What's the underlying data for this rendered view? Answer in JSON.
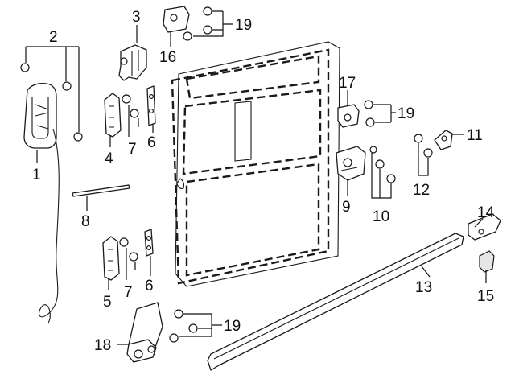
{
  "diagram": {
    "type": "exploded-parts-diagram",
    "callouts": [
      {
        "id": "c1",
        "label": "1"
      },
      {
        "id": "c2",
        "label": "2"
      },
      {
        "id": "c3",
        "label": "3"
      },
      {
        "id": "c4",
        "label": "4"
      },
      {
        "id": "c5",
        "label": "5"
      },
      {
        "id": "c6a",
        "label": "6"
      },
      {
        "id": "c6b",
        "label": "6"
      },
      {
        "id": "c7a",
        "label": "7"
      },
      {
        "id": "c7b",
        "label": "7"
      },
      {
        "id": "c8",
        "label": "8"
      },
      {
        "id": "c9",
        "label": "9"
      },
      {
        "id": "c10",
        "label": "10"
      },
      {
        "id": "c11",
        "label": "11"
      },
      {
        "id": "c12",
        "label": "12"
      },
      {
        "id": "c13",
        "label": "13"
      },
      {
        "id": "c14",
        "label": "14"
      },
      {
        "id": "c15",
        "label": "15"
      },
      {
        "id": "c16",
        "label": "16"
      },
      {
        "id": "c17",
        "label": "17"
      },
      {
        "id": "c18",
        "label": "18"
      },
      {
        "id": "c19a",
        "label": "19"
      },
      {
        "id": "c19b",
        "label": "19"
      },
      {
        "id": "c19c",
        "label": "19"
      }
    ]
  },
  "colors": {
    "line": "#1a1a1a",
    "background": "#ffffff"
  }
}
